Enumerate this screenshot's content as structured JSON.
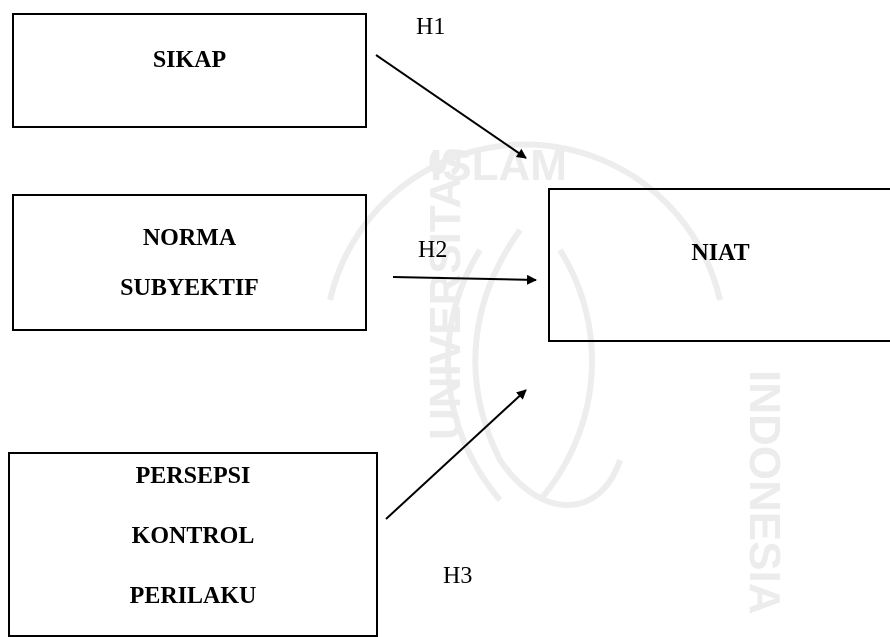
{
  "nodes": {
    "sikap": {
      "lines": [
        "SIKAP"
      ]
    },
    "norma": {
      "lines": [
        "NORMA",
        "SUBYEKTIF"
      ]
    },
    "niat": {
      "lines": [
        "NIAT"
      ]
    },
    "persepsi": {
      "lines": [
        "PERSEPSI",
        "KONTROL",
        "PERILAKU"
      ]
    }
  },
  "hypotheses": {
    "h1": "H1",
    "h2": "H2",
    "h3": "H3"
  },
  "edges": [
    {
      "from": "sikap",
      "to": "niat",
      "label": "H1"
    },
    {
      "from": "norma",
      "to": "niat",
      "label": "H2"
    },
    {
      "from": "persepsi",
      "to": "niat",
      "label": "H3"
    }
  ],
  "watermark": {
    "text": "ISLAM INDONESIA UNIVERSITAS",
    "color": "#e6e6e6"
  }
}
